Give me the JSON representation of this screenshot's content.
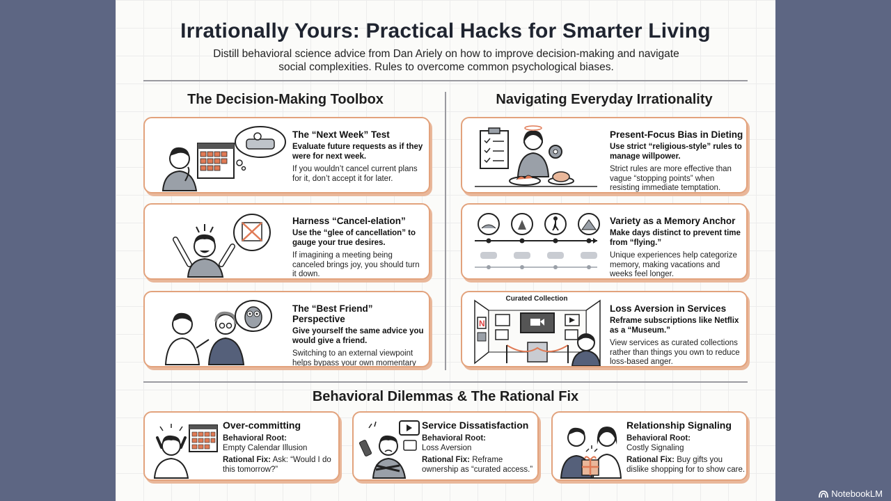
{
  "title": "Irrationally Yours: Practical Hacks for Smarter Living",
  "subtitle": "Distill behavioral science advice from Dan Ariely on how to improve decision-making and navigate social complexities. Rules to overcome common psychological biases.",
  "left_section": {
    "heading": "The Decision-Making Toolbox",
    "cards": [
      {
        "title": "The “Next Week” Test",
        "bold": "Evaluate future requests as if they were for next week.",
        "text": "If you wouldn’t cancel current plans for it, don’t accept it for later."
      },
      {
        "title": "Harness “Cancel-elation”",
        "bold": "Use the “glee of cancellation” to gauge your true desires.",
        "text": "If imagining a meeting being canceled brings joy, you should turn it down."
      },
      {
        "title": "The “Best Friend” Perspective",
        "bold": "Give yourself the same advice you would give a friend.",
        "text": "Switching to an external viewpoint helps bypass your own momentary emotions and biases."
      }
    ]
  },
  "right_section": {
    "heading": "Navigating Everyday Irrationality",
    "cards": [
      {
        "title": "Present-Focus Bias in Dieting",
        "bold": "Use strict “religious-style” rules to manage willpower.",
        "text": "Strict rules are more effective than vague “stopping points” when resisting immediate temptation."
      },
      {
        "title": "Variety as a Memory Anchor",
        "bold": "Make days distinct to prevent time from “flying.”",
        "text": "Unique experiences help categorize memory, making vacations and weeks feel longer."
      },
      {
        "title": "Loss Aversion in Services",
        "bold": "Reframe subscriptions like Netflix as a “Museum.”",
        "text": "View services as curated collections rather than things you own to reduce loss-based anger.",
        "illustration_label": "Curated Collection"
      }
    ]
  },
  "bottom_section": {
    "heading": "Behavioral Dilemmas & The Rational Fix",
    "cards": [
      {
        "title": "Over-committing",
        "root_label": "Behavioral Root:",
        "root": "Empty Calendar Illusion",
        "fix_label": "Rational Fix:",
        "fix": " Ask: “Would I do this tomorrow?”"
      },
      {
        "title": "Service Dissatisfaction",
        "root_label": "Behavioral Root:",
        "root": "Loss Aversion",
        "fix_label": "Rational Fix:",
        "fix": " Reframe ownership as “curated access.”"
      },
      {
        "title": "Relationship Signaling",
        "root_label": "Behavioral Root:",
        "root": "Costly Signaling",
        "fix_label": "Rational Fix:",
        "fix": " Buy gifts you dislike shopping for to show care."
      }
    ]
  },
  "brand": "NotebookLM",
  "colors": {
    "background": "#5d6683",
    "card_border": "#e2a27c",
    "accent": "#e07a55"
  }
}
